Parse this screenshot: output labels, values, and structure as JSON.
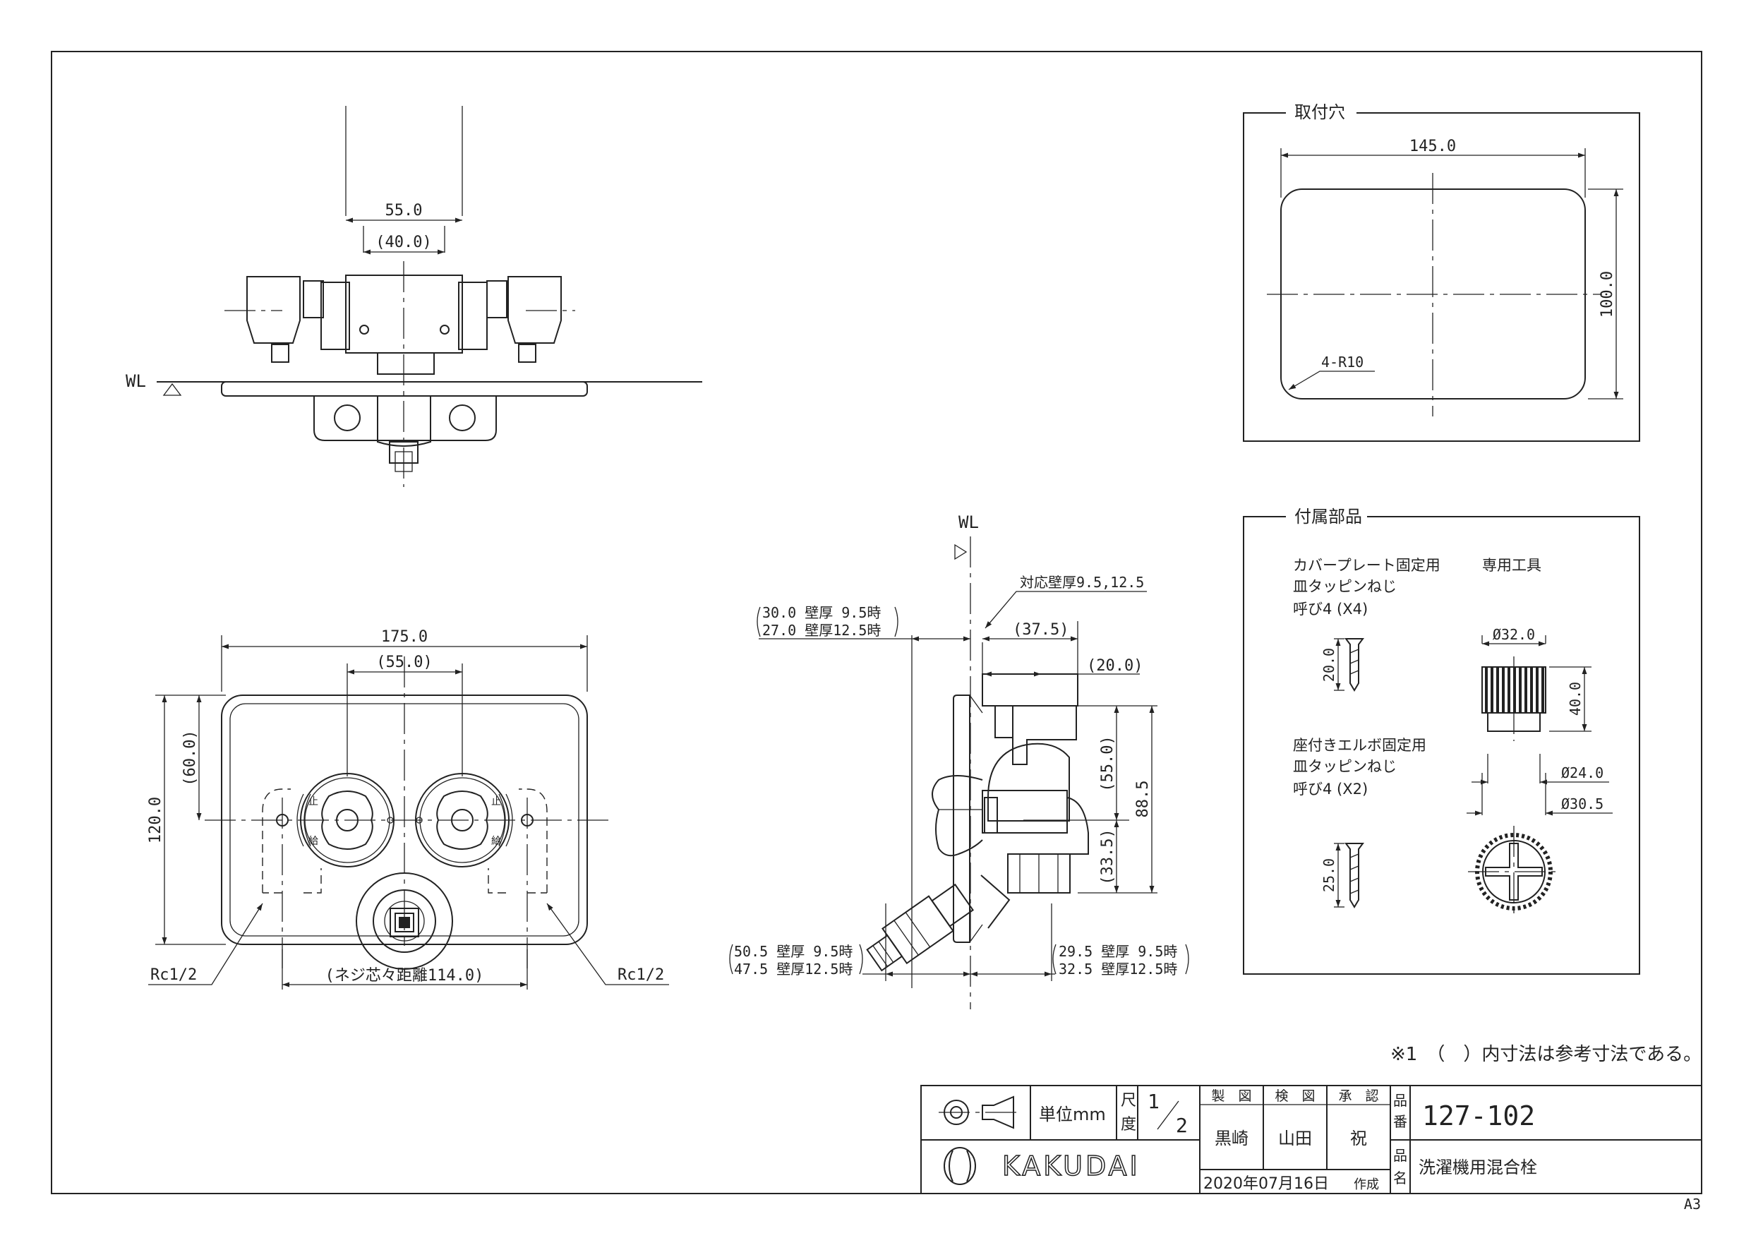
{
  "drawing": {
    "frame_size": "A3",
    "note": "※1　（　）内寸法は参考寸法である。",
    "water_level": "WL",
    "top_view": {
      "dim_a": "55.0",
      "dim_b": "(40.0)"
    },
    "front_view": {
      "width": "175.0",
      "inlet_pitch": "(55.0)",
      "height": "120.0",
      "center_height": "(60.0)",
      "thread_pitch": "(ネジ芯々距離114.0)",
      "port_left": "Rc1/2",
      "port_right": "Rc1/2",
      "left_handle_top": "止",
      "left_handle_bottom": "給",
      "right_handle_top": "止",
      "right_handle_bottom": "給"
    },
    "side_view": {
      "wall_thickness": "対応壁厚9.5,12.5",
      "offset_a_line1": "30.0 壁厚 9.5時",
      "offset_a_line2": "27.0 壁厚12.5時",
      "depth": "(37.5)",
      "elbow": "(20.0)",
      "h1": "(55.0)",
      "h2": "88.5",
      "h3": "(33.5)",
      "offset_b_line1": "50.5 壁厚 9.5時",
      "offset_b_line2": "47.5 壁厚12.5時",
      "offset_c_line1": "29.5 壁厚 9.5時",
      "offset_c_line2": "32.5 壁厚12.5時"
    },
    "mounting_hole": {
      "title": "取付穴",
      "width": "145.0",
      "height": "100.0",
      "radius": "4-R10"
    },
    "accessories": {
      "title": "付属部品",
      "screw1_line1": "カバープレート固定用",
      "screw1_line2": "皿タッピンねじ",
      "screw1_line3": "呼び4 (X4)",
      "screw1_len": "20.0",
      "screw2_line1": "座付きエルボ固定用",
      "screw2_line2": "皿タッピンねじ",
      "screw2_line3": "呼び4 (X2)",
      "screw2_len": "25.0",
      "tool_title": "専用工具",
      "tool_dia": "Ø32.0",
      "tool_len": "40.0",
      "tool_inner": "Ø24.0",
      "tool_outer": "Ø30.5"
    }
  },
  "title_block": {
    "unit_label": "単位mm",
    "scale_label_1": "尺",
    "scale_label_2": "度",
    "scale_num": "1",
    "scale_den": "2",
    "made_by_label": "製　図",
    "checked_by_label": "検　図",
    "approved_by_label": "承　認",
    "made_by": "黒崎",
    "checked_by": "山田",
    "approved_by": "祝",
    "part_no_label_1": "品",
    "part_no_label_2": "番",
    "part_no": "127-102",
    "name_label_1": "品",
    "name_label_2": "名",
    "name": "洗濯機用混合栓",
    "brand": "KAKUDAI",
    "date": "2020年07月16日",
    "created": "作成"
  }
}
